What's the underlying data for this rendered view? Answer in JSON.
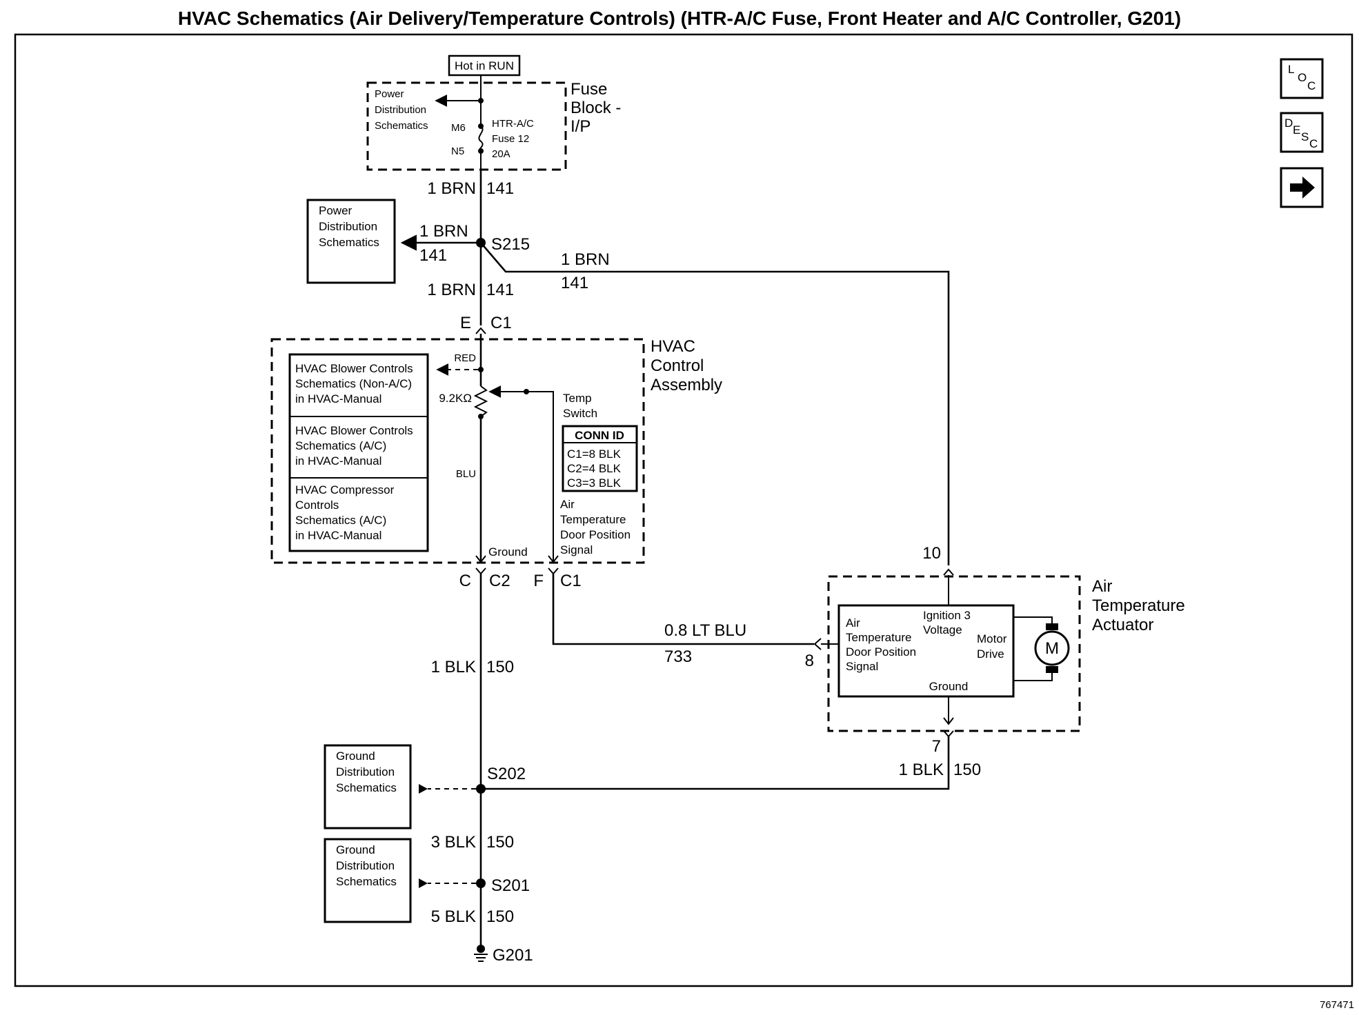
{
  "title": "HVAC Schematics (Air Delivery/Temperature Controls) (HTR-A/C Fuse, Front Heater and A/C Controller, G201)",
  "nav": {
    "loc": [
      "L",
      "O",
      "C"
    ],
    "desc": [
      "D",
      "E",
      "S",
      "C"
    ],
    "next_icon": "arrow-right-icon"
  },
  "hot_in_run": "Hot in RUN",
  "fuse_block": {
    "label": [
      "Fuse",
      "Block -",
      "I/P"
    ],
    "power_dist_ref": [
      "Power",
      "Distribution",
      "Schematics"
    ],
    "pin_top": "M6",
    "pin_bottom": "N5",
    "fuse_name": [
      "HTR-A/C",
      "Fuse 12",
      "20A"
    ]
  },
  "wires": {
    "w_fuse_out": {
      "size_color": "1 BRN",
      "circuit": "141"
    },
    "w_s215_left": {
      "size_color": "1 BRN",
      "circuit": "141"
    },
    "w_s215_right": {
      "size_color": "1 BRN",
      "circuit": "141"
    },
    "w_to_hvac": {
      "size_color": "1 BRN",
      "circuit": "141"
    },
    "w_ground_main": {
      "size_color": "1 BLK",
      "circuit": "150"
    },
    "w_signal": {
      "size_color": "0.8 LT BLU",
      "circuit": "733"
    },
    "w_actuator_ground": {
      "size_color": "1 BLK",
      "circuit": "150"
    },
    "w_s202_s201": {
      "size_color": "3 BLK",
      "circuit": "150"
    },
    "w_s201_g201": {
      "size_color": "5 BLK",
      "circuit": "150"
    }
  },
  "power_dist_box": [
    "Power",
    "Distribution",
    "Schematics"
  ],
  "splices": {
    "s215": "S215",
    "s202": "S202",
    "s201": "S201"
  },
  "ground": "G201",
  "connectors": {
    "hvac_top_pin": "E",
    "hvac_top_conn": "C1",
    "hvac_bottom_left_pin": "C",
    "hvac_bottom_left_conn": "C2",
    "hvac_bottom_right_pin": "F",
    "hvac_bottom_right_conn": "C1",
    "act_top_pin": "10",
    "act_signal_pin": "8",
    "act_bottom_pin": "7"
  },
  "hvac_control": {
    "label": [
      "HVAC",
      "Control",
      "Assembly"
    ],
    "refs": [
      [
        "HVAC Blower Controls",
        "Schematics (Non-A/C)",
        "in HVAC-Manual"
      ],
      [
        "HVAC Blower Controls",
        "Schematics (A/C)",
        "in HVAC-Manual"
      ],
      [
        "HVAC Compressor",
        "Controls",
        "Schematics (A/C)",
        "in HVAC-Manual"
      ]
    ],
    "red": "RED",
    "resistance": "9.2KΩ",
    "blu": "BLU",
    "ground": "Ground",
    "temp_switch": [
      "Temp",
      "Switch"
    ],
    "conn_id_title": "CONN ID",
    "conn_id": [
      "C1=8 BLK",
      "C2=4 BLK",
      "C3=3 BLK"
    ],
    "signal_label": [
      "Air",
      "Temperature",
      "Door Position",
      "Signal"
    ]
  },
  "actuator": {
    "label": [
      "Air",
      "Temperature",
      "Actuator"
    ],
    "signal": [
      "Air",
      "Temperature",
      "Door Position",
      "Signal"
    ],
    "ignition": [
      "Ignition 3",
      "Voltage"
    ],
    "motor_drive": [
      "Motor",
      "Drive"
    ],
    "ground": "Ground",
    "motor": "M"
  },
  "ground_dist_1": [
    "Ground",
    "Distribution",
    "Schematics"
  ],
  "ground_dist_2": [
    "Ground",
    "Distribution",
    "Schematics"
  ],
  "figure_number": "767471"
}
